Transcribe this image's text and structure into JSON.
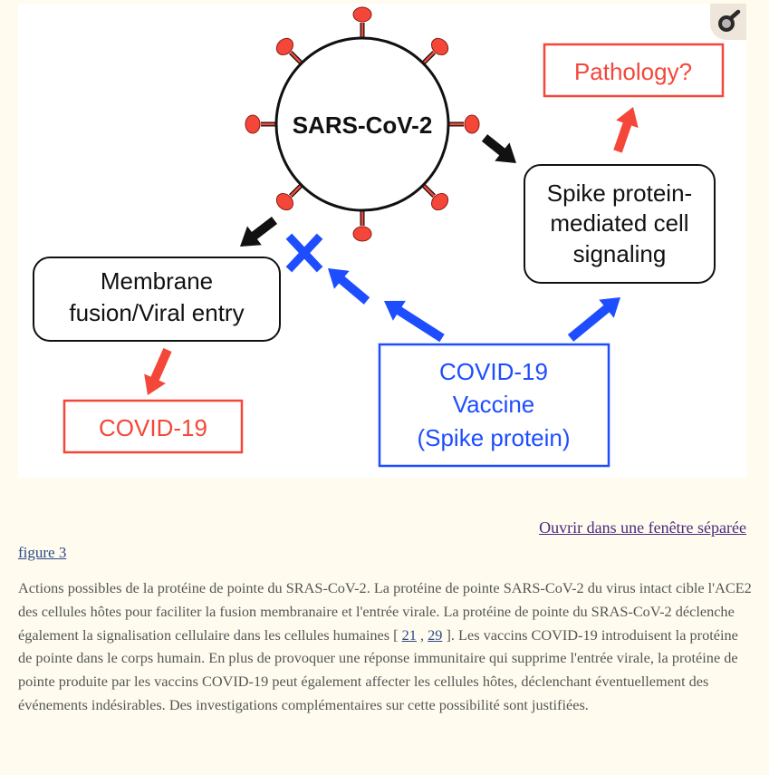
{
  "figure": {
    "virus_label": "SARS-CoV-2",
    "pathology_label": "Pathology?",
    "spike_box_lines": [
      "Spike protein-",
      "mediated cell",
      "signaling"
    ],
    "membrane_box_lines": [
      "Membrane",
      "fusion/Viral entry"
    ],
    "covid_label": "COVID-19",
    "vaccine_box_lines": [
      "COVID-19",
      "Vaccine",
      "(Spike protein)"
    ],
    "colors": {
      "red": "#f4473a",
      "blue": "#1e4dff",
      "black": "#111111"
    },
    "zoom_icon": "magnifier-icon"
  },
  "links": {
    "open_separate": "Ouvrir dans une fenêtre séparée",
    "figure_label": "figure 3"
  },
  "caption": {
    "part1": "Actions possibles de la protéine de pointe du SRAS-CoV-2. La protéine de pointe SARS-CoV-2 du virus intact cible l'ACE2 des cellules hôtes pour faciliter la fusion membranaire et l'entrée virale. La protéine de pointe du SRAS-CoV-2 déclenche également la signalisation cellulaire dans les cellules humaines [ ",
    "ref1": "21",
    "sep": " , ",
    "ref2": "29",
    "part2": " ]. Les vaccins COVID-19 introduisent la protéine de pointe dans le corps humain. En plus de provoquer une réponse immunitaire qui supprime l'entrée virale, la protéine de pointe produite par les vaccins COVID-19 peut également affecter les cellules hôtes, déclenchant éventuellement des événements indésirables. Des investigations complémentaires sur cette possibilité sont justifiées."
  }
}
